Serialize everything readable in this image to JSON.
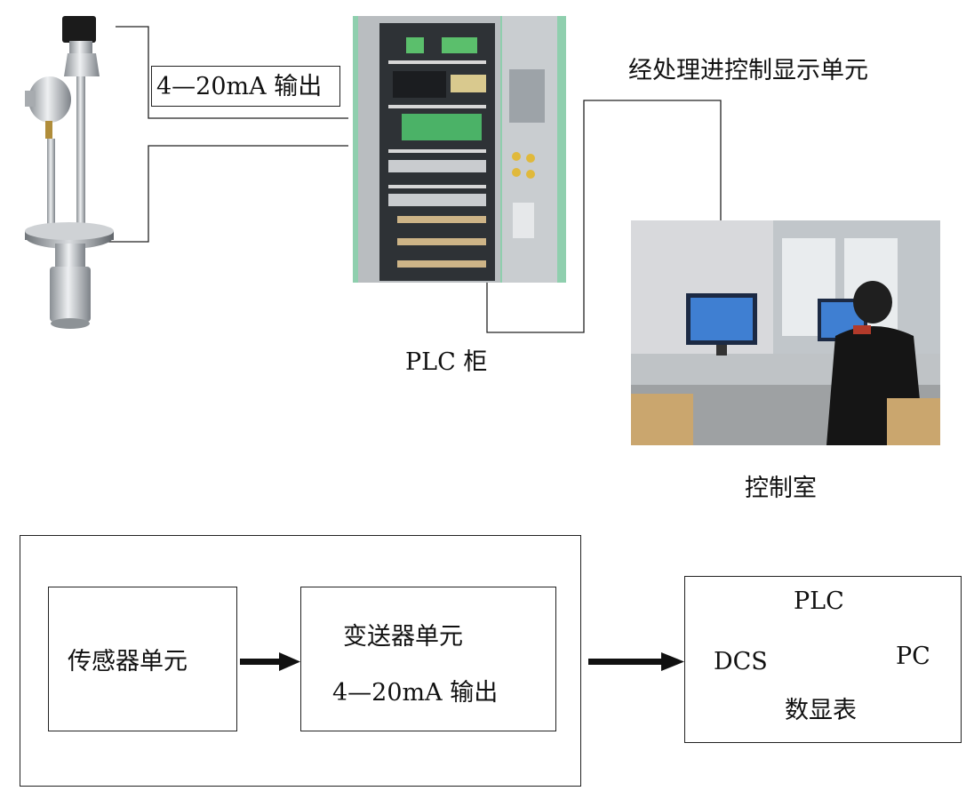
{
  "top": {
    "signal_label": "4—20mA 输出",
    "display_unit_label": "经处理进控制显示单元",
    "plc_cabinet_label": "PLC 柜",
    "control_room_label": "控制室"
  },
  "bottom": {
    "sensor_label": "传感器单元",
    "transmitter_title": "变送器单元",
    "transmitter_output": "4—20mA 输出",
    "receivers": {
      "plc": "PLC",
      "dcs": "DCS",
      "pc": "PC",
      "display_meter": "数显表"
    }
  }
}
